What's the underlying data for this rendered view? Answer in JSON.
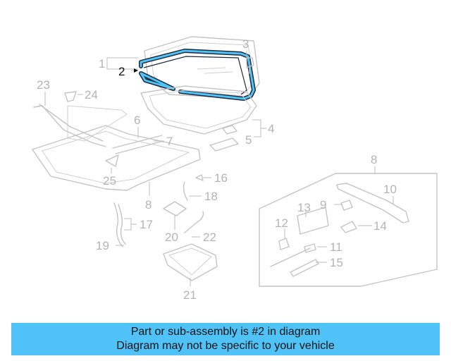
{
  "diagram": {
    "callouts": [
      {
        "id": 1,
        "text": "1"
      },
      {
        "id": 2,
        "text": "2"
      },
      {
        "id": 3,
        "text": "3"
      },
      {
        "id": 4,
        "text": "4"
      },
      {
        "id": 5,
        "text": "5"
      },
      {
        "id": 6,
        "text": "6"
      },
      {
        "id": 7,
        "text": "7"
      },
      {
        "id": 8,
        "text": "8"
      },
      {
        "id": 9,
        "text": "9"
      },
      {
        "id": 10,
        "text": "10"
      },
      {
        "id": 11,
        "text": "11"
      },
      {
        "id": 12,
        "text": "12"
      },
      {
        "id": 13,
        "text": "13"
      },
      {
        "id": 14,
        "text": "14"
      },
      {
        "id": 15,
        "text": "15"
      },
      {
        "id": 16,
        "text": "16"
      },
      {
        "id": 17,
        "text": "17"
      },
      {
        "id": 18,
        "text": "18"
      },
      {
        "id": 19,
        "text": "19"
      },
      {
        "id": 20,
        "text": "20"
      },
      {
        "id": 21,
        "text": "21"
      },
      {
        "id": 22,
        "text": "22"
      },
      {
        "id": 23,
        "text": "23"
      },
      {
        "id": 24,
        "text": "24"
      },
      {
        "id": 25,
        "text": "25"
      }
    ],
    "highlighted_part": "2",
    "colors": {
      "highlight_stroke": "#1d2a3a",
      "highlight_fill": "#4fc3f7",
      "faded_part": "#c4c4c4",
      "label_faded": "#b4b4b4",
      "label_active": "#111111"
    }
  },
  "banner": {
    "line1": "Part or sub-assembly is #2 in diagram",
    "line2": "Diagram may not be specific to your vehicle",
    "background": "#4fc3f7"
  }
}
